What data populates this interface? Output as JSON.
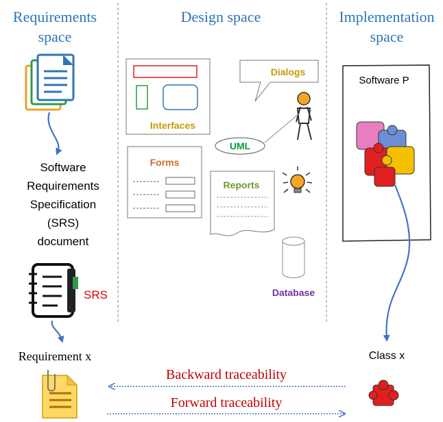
{
  "columns": {
    "requirements": {
      "line1": "Requirements",
      "line2": "space"
    },
    "design": {
      "title": "Design space"
    },
    "implementation": {
      "line1": "Implementation",
      "line2": "space"
    }
  },
  "requirements": {
    "srs_lines": [
      "Software",
      "Requirements",
      "Specification",
      "(SRS)",
      "document"
    ],
    "srs_tag": "SRS",
    "requirement_label": "Requirement x"
  },
  "design": {
    "interfaces": "Interfaces",
    "dialogs": "Dialogs",
    "uml": "UML",
    "forms": "Forms",
    "reports": "Reports",
    "database": "Database"
  },
  "implementation": {
    "software": "Software P",
    "class_label": "Class x"
  },
  "traceability": {
    "backward": "Backward traceability",
    "forward": "Forward traceability"
  },
  "colors": {
    "heading": "#2e75b6",
    "traceability": "#c00000",
    "arrow": "#4472c4",
    "interfaces": "#c59a00",
    "dialogs": "#c59a00",
    "uml": "#00a040",
    "forms": "#d46a1e",
    "reports": "#6b9a2f",
    "database": "#7030a0",
    "srs_tag": "#e00000"
  },
  "icons": [
    "document-stack-icon",
    "srs-notebook-icon",
    "requirement-note-icon",
    "person-icon",
    "lightbulb-icon",
    "database-cylinder-icon",
    "puzzle-icon",
    "puzzle-piece-icon"
  ]
}
